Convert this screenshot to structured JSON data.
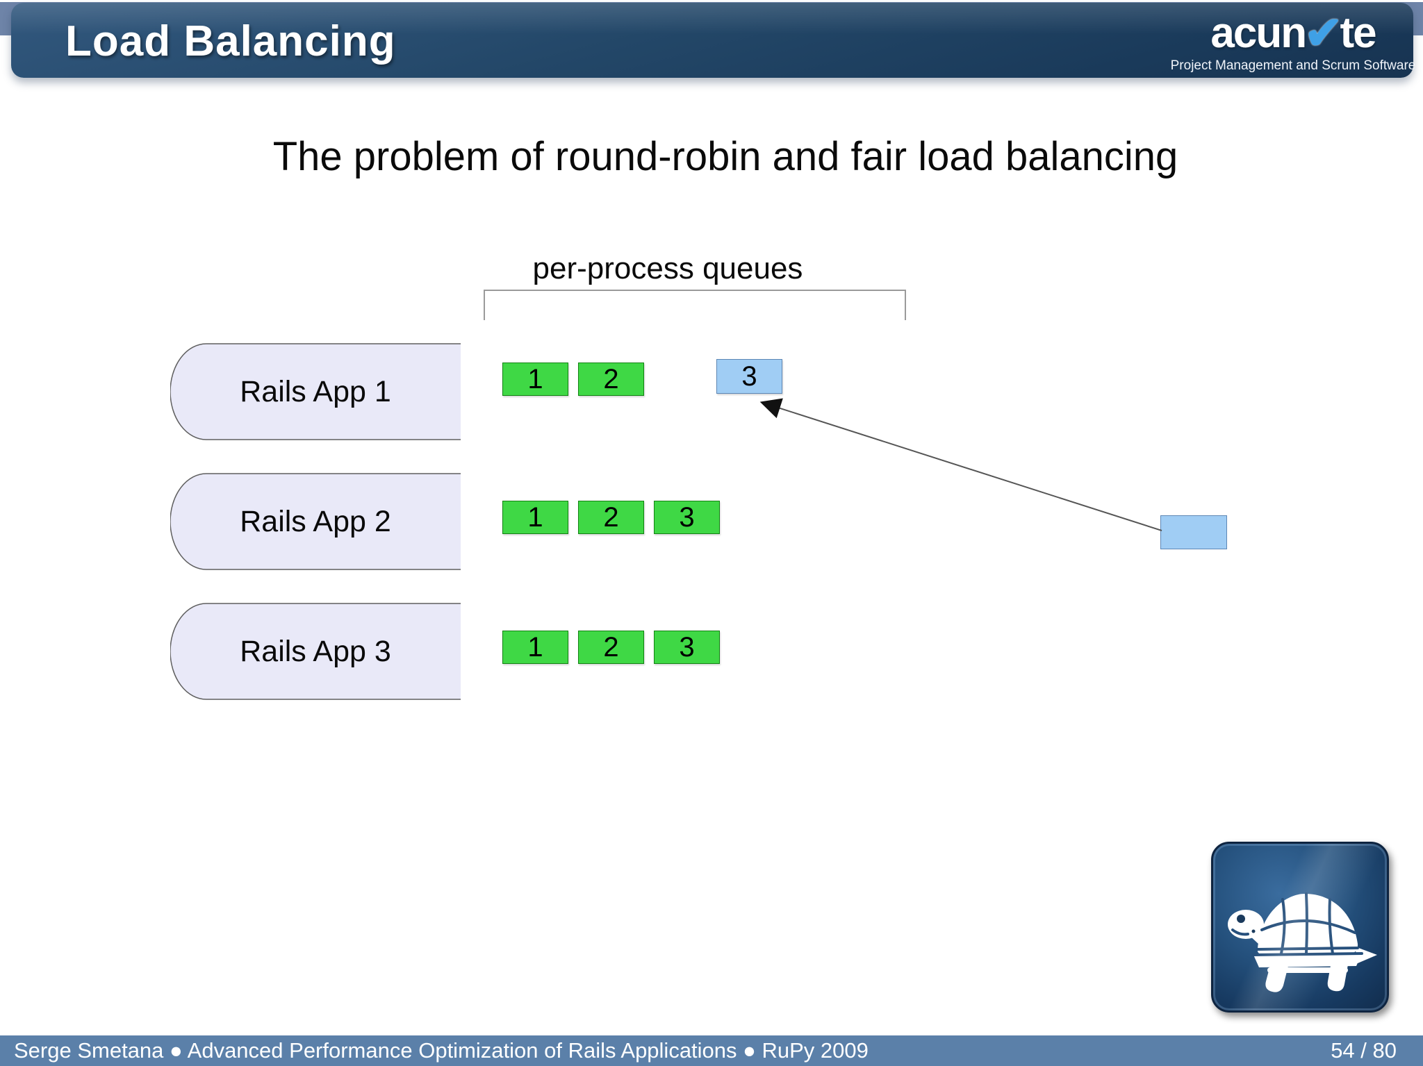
{
  "header": {
    "title": "Load Balancing",
    "logo": {
      "brand_prefix": "acun",
      "check_glyph": "✔",
      "brand_suffix": "te",
      "tagline": "Project Management and Scrum Software"
    }
  },
  "slide": {
    "title": "The problem of round-robin and fair load balancing",
    "queue_label": "per-process queues",
    "apps": [
      {
        "name": "Rails App 1",
        "queue": [
          {
            "label": "1",
            "type": "green"
          },
          {
            "label": "2",
            "type": "green"
          },
          {
            "label": "3",
            "type": "blue"
          }
        ]
      },
      {
        "name": "Rails App 2",
        "queue": [
          {
            "label": "1",
            "type": "green"
          },
          {
            "label": "2",
            "type": "green"
          },
          {
            "label": "3",
            "type": "green"
          }
        ]
      },
      {
        "name": "Rails App 3",
        "queue": [
          {
            "label": "1",
            "type": "green"
          },
          {
            "label": "2",
            "type": "green"
          },
          {
            "label": "3",
            "type": "green"
          }
        ]
      }
    ]
  },
  "footer": {
    "credits": "Serge Smetana ● Advanced Performance Optimization of Rails Applications ● RuPy 2009",
    "page": "54 / 80"
  },
  "colors": {
    "green": "#3fd845",
    "green_border": "#128212",
    "blue": "#a0cdf4",
    "blue_border": "#5d87b5",
    "strip_blue": "#6e84a8",
    "footer_blue": "#5b80a9",
    "check_blue": "#3fa0e6",
    "header_navy": "#1e3f61",
    "shape_fill": "#e9e9f8"
  }
}
